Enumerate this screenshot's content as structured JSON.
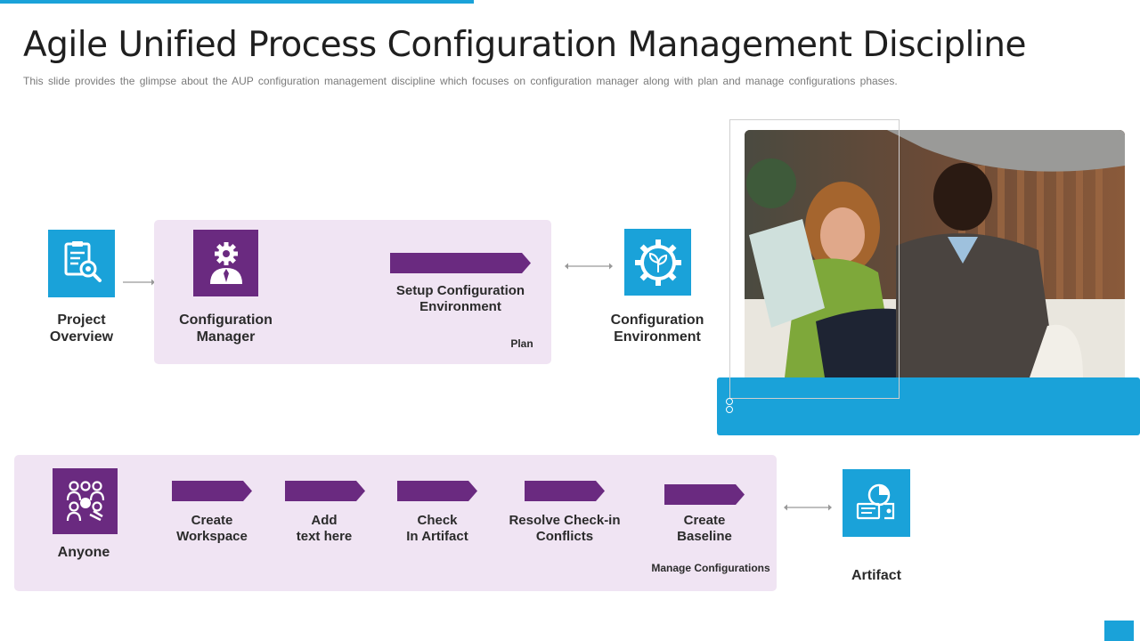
{
  "header": {
    "title": "Agile Unified Process Configuration Management Discipline",
    "subtitle": "This slide provides the glimpse about the AUP configuration management discipline which focuses on configuration manager along with plan and manage configurations phases."
  },
  "plan_row": {
    "project_overview": {
      "label": "Project\nOverview",
      "icon": "document-search-icon"
    },
    "configuration_manager": {
      "label": "Configuration\nManager",
      "icon": "gear-person-icon"
    },
    "step": {
      "label": "Setup Configuration\nEnvironment"
    },
    "phase_label": "Plan",
    "configuration_environment": {
      "label": "Configuration\nEnvironment",
      "icon": "gear-leaf-icon"
    }
  },
  "manage_row": {
    "anyone": {
      "label": "Anyone",
      "icon": "team-icon"
    },
    "steps": [
      {
        "label": "Create\nWorkspace"
      },
      {
        "label": "Add\ntext here"
      },
      {
        "label": "Check\nIn Artifact"
      },
      {
        "label": "Resolve Check-in\nConflicts"
      },
      {
        "label": "Create\nBaseline"
      }
    ],
    "phase_label": "Manage Configurations",
    "artifact": {
      "label": "Artifact",
      "icon": "artifact-chart-icon"
    }
  },
  "colors": {
    "accent_blue": "#1aa2d9",
    "purple": "#6a2a80",
    "box_fill": "#f0e4f3"
  }
}
